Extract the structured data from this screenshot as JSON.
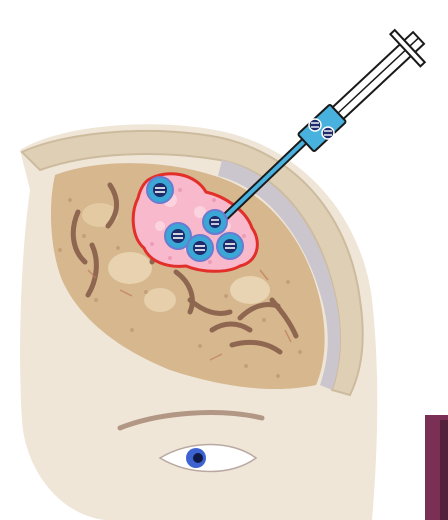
{
  "illustration": {
    "subject": "head-cross-section-with-injection-into-brain-tumor",
    "colors": {
      "background": "#ffffff",
      "scalp": "#e9dfcf",
      "skull": "#dccab0",
      "dura": "#c9c3c6",
      "brain": "#d3b58c",
      "brain_folds": "#9f7459",
      "tumor_fill": "#f6b5c9",
      "tumor_outline": "#e2332e",
      "cell": "#3aa7d6",
      "cell_ring": "#6a7bd0",
      "syringe_body": "#3aa7d6",
      "syringe_outline": "#1a1a1a",
      "iris": "#3d63d2",
      "bar": "#7c2f55"
    },
    "icons": [
      "syringe-icon",
      "charged-cell-icon",
      "eye-icon"
    ],
    "charged_cells_in_tumor": 5,
    "charged_cells_in_syringe": 2
  }
}
